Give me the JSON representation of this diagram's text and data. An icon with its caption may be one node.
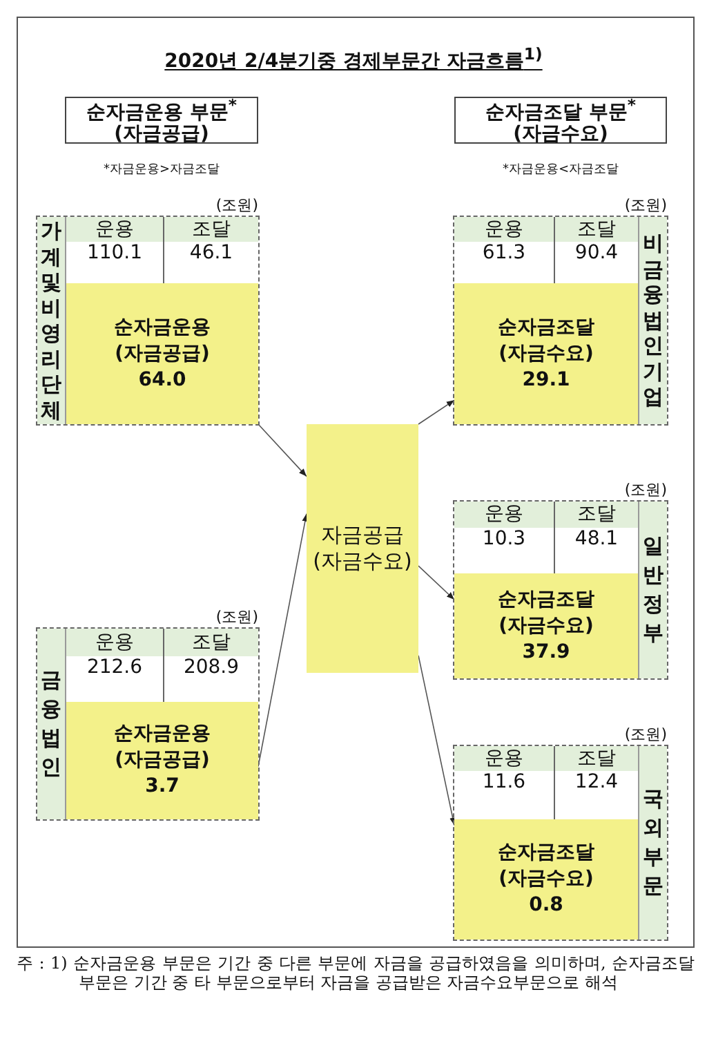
{
  "diagram": {
    "title": "2020년 2/4분기중 경제부문간 자금흐름$^{1)}$",
    "nodes": [
      {
        "text": [
          "순자금운용 부문$^{*}$",
          "(자금공급)"
        ],
        "beside": [
          "*자금운용>자금조달"
        ]
      },
      {
        "text": [
          "순자금조달 부문$^{*}$",
          "(자금수요)"
        ],
        "beside": [
          "*자금운용<자금조달"
        ]
      },
      {
        "text": [
          "가계및비영리단체",
          "운용",
          "조달",
          "110.1",
          "46.1"
        ],
        "beside": [
          "(조원)"
        ]
      },
      {
        "text": [
          "순자금운용 (자금공급)",
          "64.0"
        ],
        "in": 2
      },
      {
        "text": [
          "금융법인",
          "운용",
          "조달",
          "212.6",
          "208.9"
        ],
        "beside": [
          "(조원)"
        ]
      },
      {
        "text": [
          "순자금운용 (자금공급)",
          "3.7"
        ],
        "in": 4
      },
      {
        "text": [
          "자금공급 (자금수요)"
        ]
      },
      {
        "text": [
          "비금융법인기업",
          "운용",
          "조달",
          "61.3",
          "90.4"
        ],
        "beside": [
          "(조원)"
        ]
      },
      {
        "text": [
          "순자금조달 (자금수요)",
          "29.1"
        ],
        "in": 7
      },
      {
        "text": [
          "일반정부",
          "운용",
          "조달",
          "10.3",
          "48.1"
        ],
        "beside": [
          "(조원)"
        ]
      },
      {
        "text": [
          "순자금조달 (자금수요)",
          "37.9"
        ],
        "in": 9
      },
      {
        "text": [
          "국외부문",
          "운용",
          "조달",
          "11.6",
          "12.4"
        ],
        "beside": [
          "(조원)"
        ]
      },
      {
        "text": [
          "순자금조달 (자금수요)",
          "0.8"
        ],
        "in": 11
      }
    ],
    "edges": [
      {
        "from": 3,
        "to": 6,
        "arrow": "to"
      },
      {
        "from": 5,
        "to": 6,
        "arrow": "to"
      },
      {
        "from": 6,
        "to": 8,
        "arrow": "to"
      },
      {
        "from": 6,
        "to": 10,
        "arrow": "to"
      },
      {
        "from": 6,
        "to": 12,
        "arrow": "to"
      }
    ],
    "caption": "주 : 1) 순자금운용 부문은 기간 중 다른 부문에 자금을 공급하였음을 의미하며, 순자금조달 부문은 기간 중 타 부문으로부터 자금을 공급받은 자금수요부문으로 해석"
  }
}
